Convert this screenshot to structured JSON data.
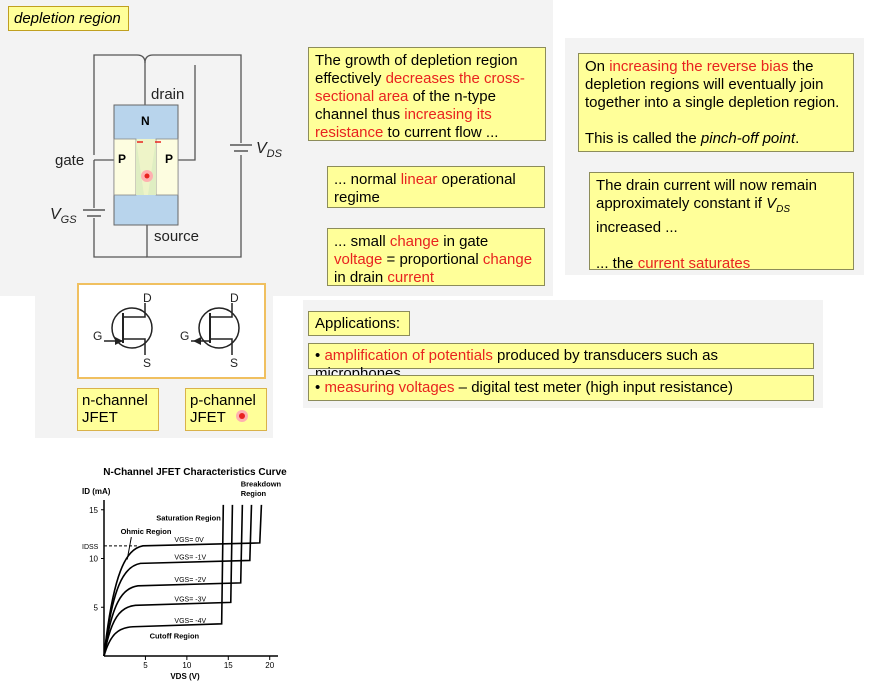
{
  "title_tag": "depletion region",
  "jfet_diagram": {
    "drain": "drain",
    "source": "source",
    "gate": "gate",
    "n": "N",
    "p_left": "P",
    "p_right": "P",
    "vds_main": "V",
    "vds_sub": "DS",
    "vgs_main": "V",
    "vgs_sub": "GS"
  },
  "box1": {
    "t1": "The growth of depletion region effectively ",
    "t2": "decreases the cross-sectional area",
    "t3": " of the n-type channel thus ",
    "t4": "increasing its resistance",
    "t5": " to current flow ..."
  },
  "box2": {
    "t1": "... normal ",
    "t2": "linear",
    "t3": " operational regime"
  },
  "box3": {
    "t1": "... small ",
    "t2": "change",
    "t3": " in gate ",
    "t4": "voltage",
    "t5": " = proportional ",
    "t6": "change",
    "t7": " in drain ",
    "t8": "current"
  },
  "box4": {
    "t1": "On ",
    "t2": "increasing the reverse bias",
    "t3": " the depletion regions will eventually join together into a single depletion region.",
    "t4": "This is called the ",
    "t5": "pinch-off point",
    "t6": "."
  },
  "box5": {
    "t1": "The drain current will now remain approximately constant if ",
    "t2": "V",
    "t3": "DS",
    "t4": " increased ...",
    "t5": "... the ",
    "t6": "current saturates"
  },
  "symbols": {
    "d": "D",
    "g": "G",
    "s": "S"
  },
  "n_channel": "n-channel JFET",
  "p_channel": "p-channel JFET",
  "applications": {
    "title": "Applications:",
    "item1_red": "amplification of potentials",
    "item1_rest": " produced by transducers such as microphones",
    "item2_red": "measuring voltages",
    "item2_rest": " – digital test meter (high input resistance)",
    "bullet": "•"
  },
  "chart_data": {
    "type": "line",
    "title": "N-Channel JFET Characteristics Curve",
    "ylabel": "ID (mA)",
    "xlabel": "VDS (V)",
    "x_ticks": [
      5,
      10,
      15,
      20
    ],
    "y_ticks": [
      5,
      10,
      15
    ],
    "xlim": [
      0,
      21
    ],
    "ylim": [
      0,
      16
    ],
    "idss_label": "IDSS",
    "idss": 11.3,
    "annotations": {
      "ohmic": "Ohmic Region",
      "saturation": "Saturation Region",
      "breakdown": "Breakdown Region",
      "cutoff": "Cutoff Region"
    },
    "series": [
      {
        "name": "VGS= 0V",
        "saturation": 11.3,
        "breakdown_v": 18.8
      },
      {
        "name": "VGS= -1V",
        "saturation": 9.5,
        "breakdown_v": 17.6
      },
      {
        "name": "VGS= -2V",
        "saturation": 7.2,
        "breakdown_v": 16.5
      },
      {
        "name": "VGS= -3V",
        "saturation": 5.2,
        "breakdown_v": 15.3
      },
      {
        "name": "VGS= -4V",
        "saturation": 3.0,
        "breakdown_v": 14.2
      }
    ]
  }
}
